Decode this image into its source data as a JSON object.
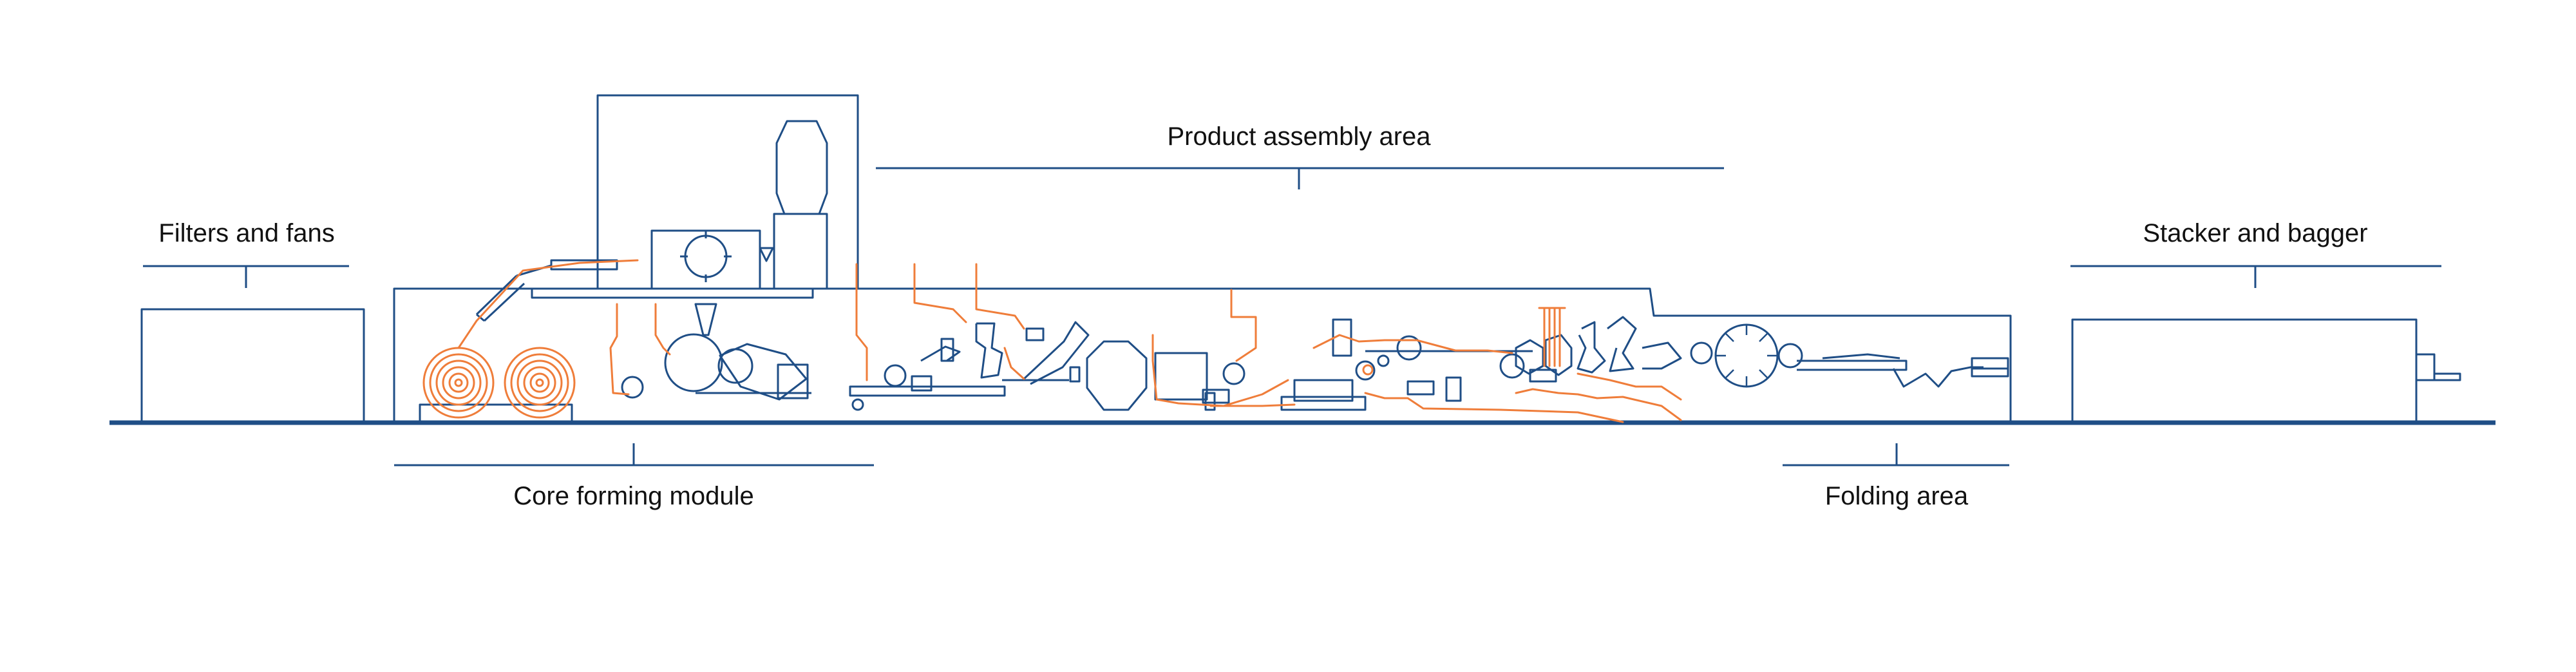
{
  "labels": {
    "filters_fans": "Filters and fans",
    "core_forming": "Core forming module",
    "product_assembly": "Product assembly area",
    "folding": "Folding area",
    "stacker_bagger": "Stacker and bagger"
  },
  "colors": {
    "machine_outline": "#1f4e86",
    "material_path": "#ef7d3a",
    "floor": "#1f4e86",
    "text": "#111111"
  }
}
